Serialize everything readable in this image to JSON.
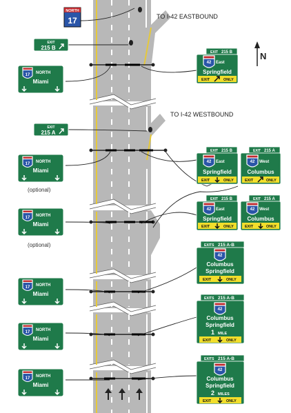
{
  "route_marker": {
    "direction": "NORTH",
    "number": "17"
  },
  "annotations": {
    "to_eastbound": "TO I-42 EASTBOUND",
    "to_westbound": "TO I-42 WESTBOUND",
    "optional_1": "(optional)",
    "optional_2": "(optional)",
    "compass": "N"
  },
  "exit_tabs": {
    "exit_word": "EXIT",
    "exit_215b": "215 B",
    "exit_215a": "215 A"
  },
  "left_signs": {
    "route": "17",
    "direction": "NORTH",
    "destination": "Miami"
  },
  "right_signs": {
    "exit_word": "EXIT",
    "exits_word": "EXITS",
    "num_215b": "215 B",
    "num_215a": "215 A",
    "num_215ab": "215 A-B",
    "interstate": "42",
    "east": "East",
    "west": "West",
    "springfield": "Springfield",
    "columbus": "Columbus",
    "only": "ONLY",
    "exit_plaque": "EXIT",
    "one_mile_num": "1",
    "one_mile_unit": "MILE",
    "two_miles_num": "2",
    "two_miles_unit": "MILES"
  },
  "colors": {
    "sign_green": "#1f7a4a",
    "road_gray": "#b8b8b8",
    "yellow_line": "#e6c93a",
    "plaque_yellow": "#f2de2b",
    "shield_blue": "#2a55a8",
    "shield_red": "#c0282d"
  }
}
